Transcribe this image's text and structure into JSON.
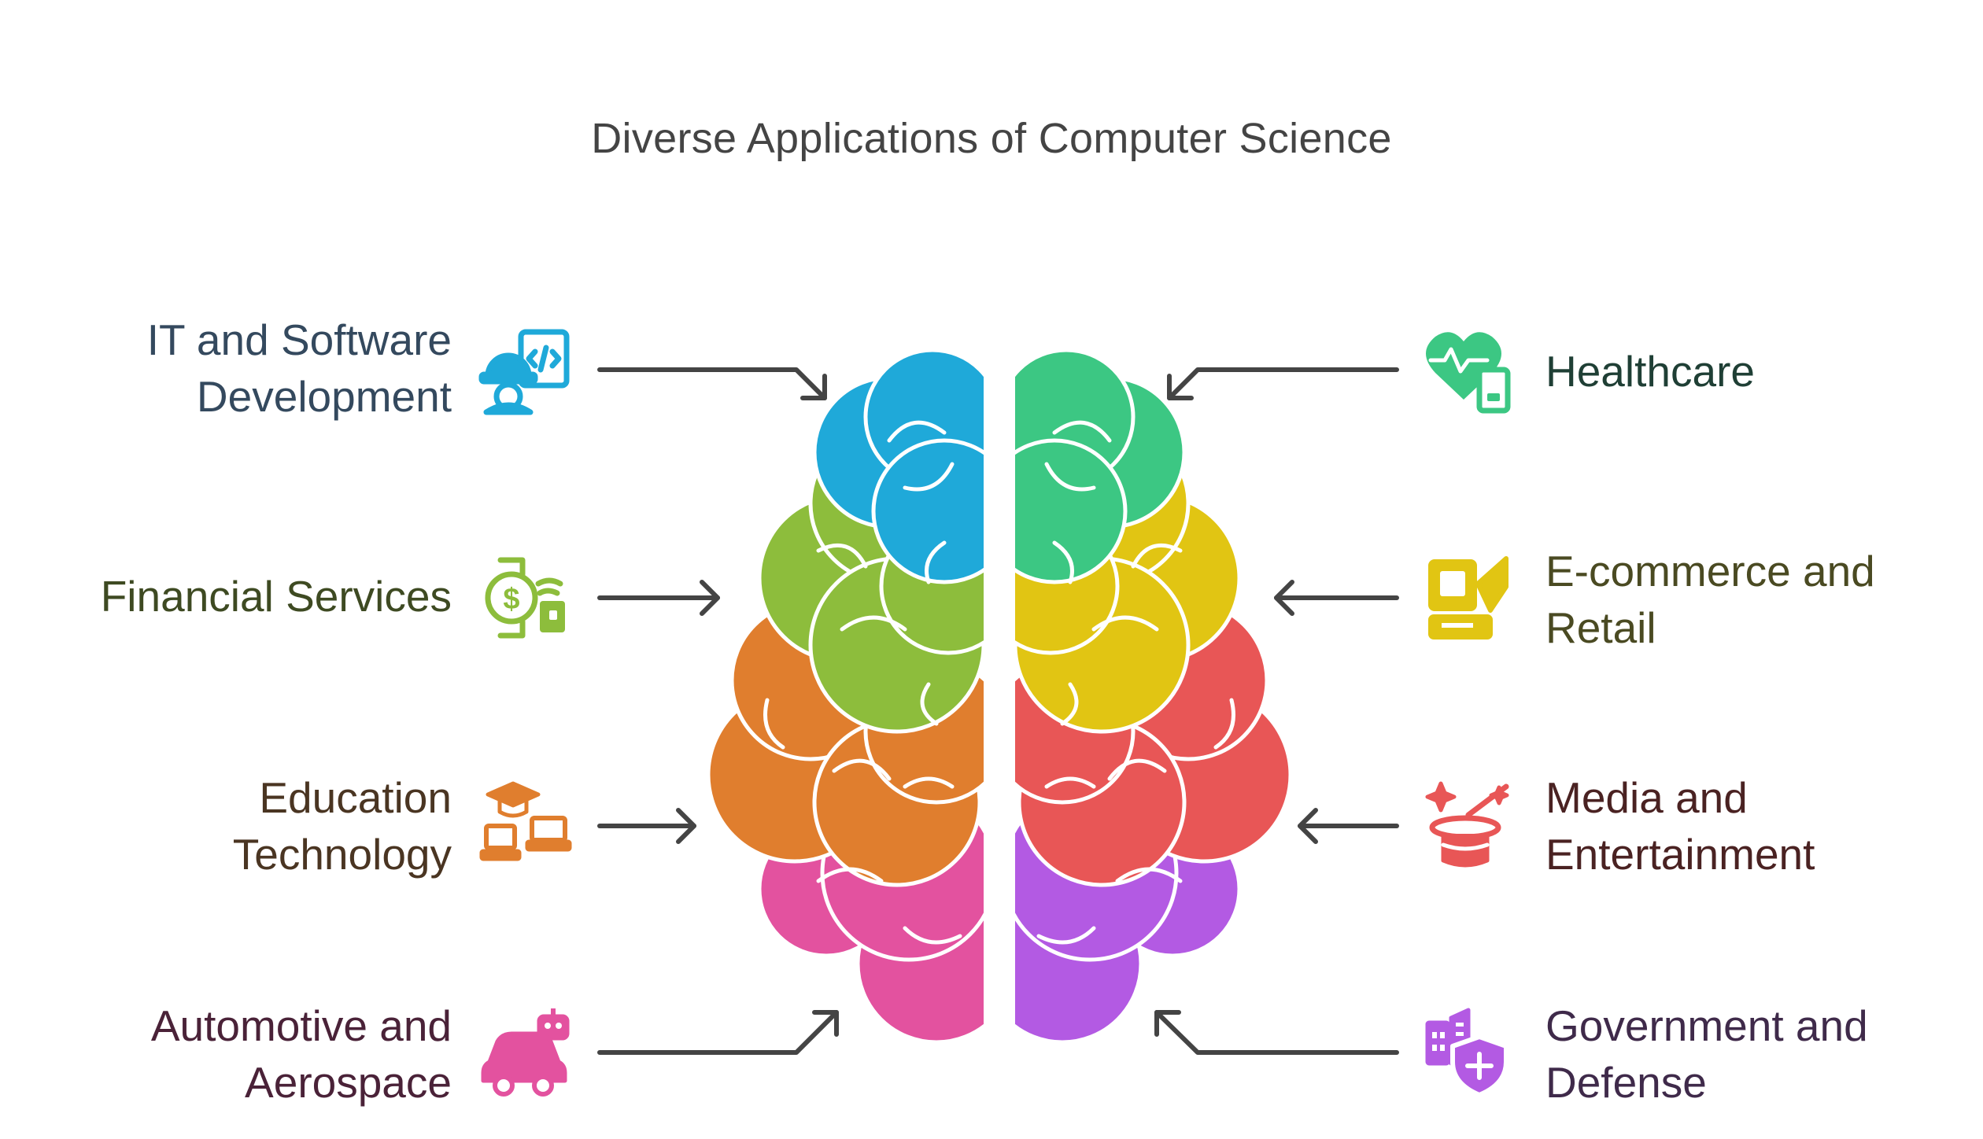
{
  "title": "Diverse Applications of Computer Science",
  "left_items": [
    {
      "lines": [
        "IT and Software",
        "Development"
      ],
      "icon": "developer-icon",
      "color": "#1FA9D9",
      "text_color": "#34495e"
    },
    {
      "lines": [
        "Financial Services"
      ],
      "icon": "finance-icon",
      "color": "#8DBD3C",
      "text_color": "#3e4a22"
    },
    {
      "lines": [
        "Education",
        "Technology"
      ],
      "icon": "education-icon",
      "color": "#E07E2E",
      "text_color": "#4a3522"
    },
    {
      "lines": [
        "Automotive and",
        "Aerospace"
      ],
      "icon": "car-icon",
      "color": "#E3529F",
      "text_color": "#4a2238"
    }
  ],
  "right_items": [
    {
      "lines": [
        "Healthcare"
      ],
      "icon": "healthcare-icon",
      "color": "#3CC783",
      "text_color": "#1f3f35"
    },
    {
      "lines": [
        "E-commerce and",
        "Retail"
      ],
      "icon": "pos-terminal-icon",
      "color": "#E1C513",
      "text_color": "#4a4a22"
    },
    {
      "lines": [
        "Media and",
        "Entertainment"
      ],
      "icon": "magic-hat-icon",
      "color": "#E85656",
      "text_color": "#4a2222"
    },
    {
      "lines": [
        "Government and",
        "Defense"
      ],
      "icon": "government-shield-icon",
      "color": "#B35AE3",
      "text_color": "#3f2a4a"
    }
  ]
}
